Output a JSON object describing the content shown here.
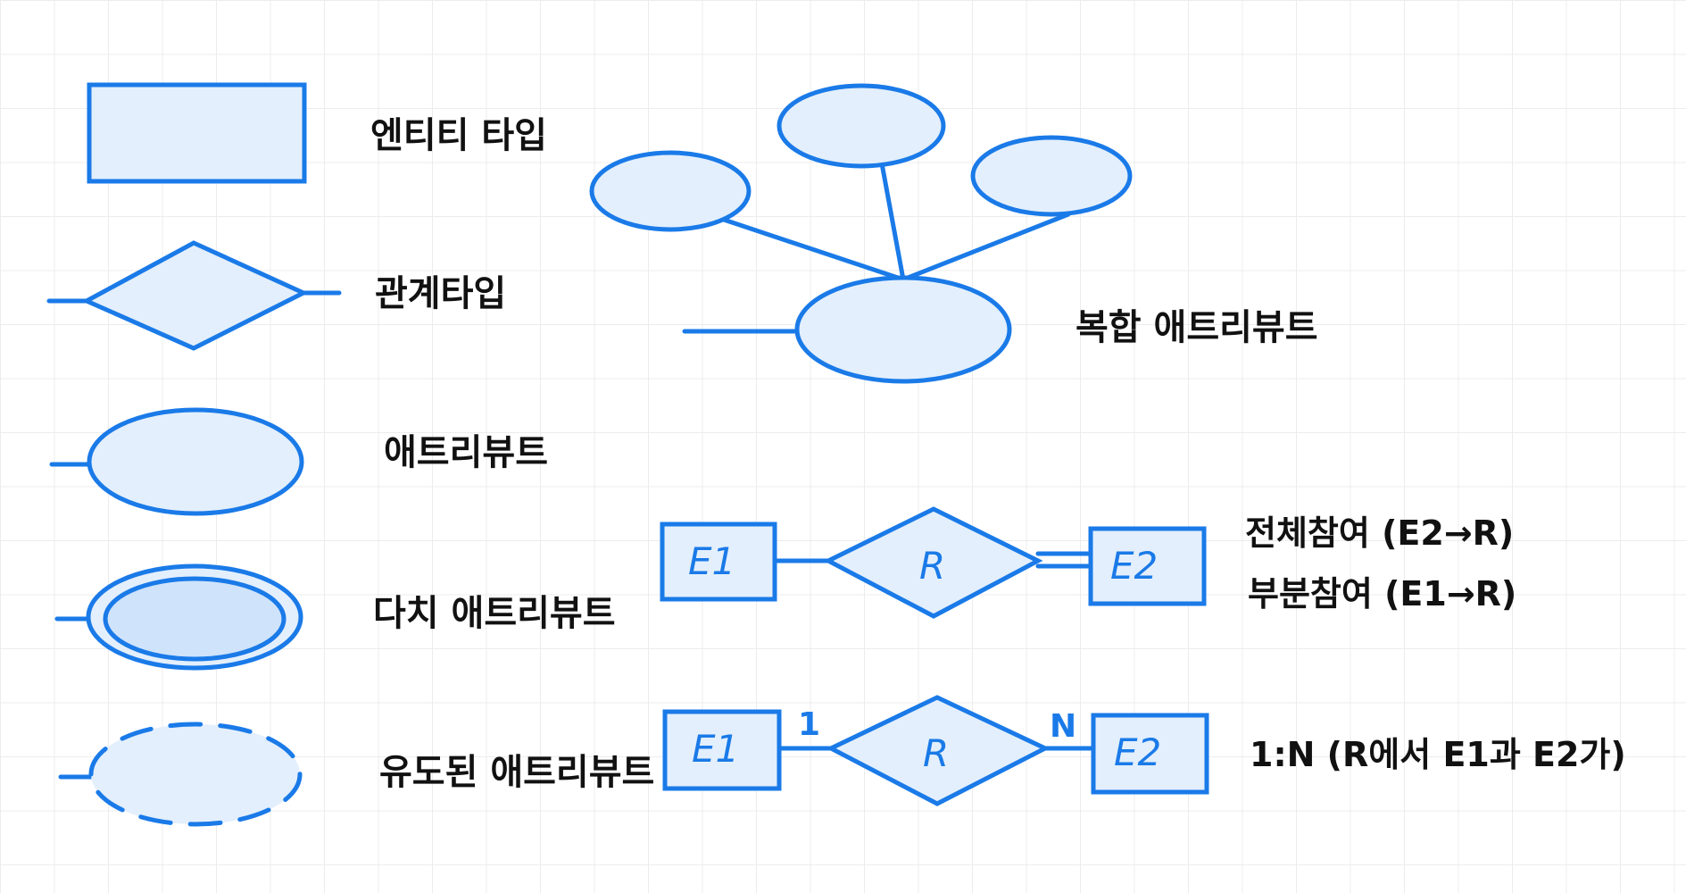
{
  "legend": {
    "entity_type": "엔티티 타입",
    "relationship_type": "관계타입",
    "attribute": "애트리뷰트",
    "multivalued_attribute": "다치 애트리뷰트",
    "derived_attribute": "유도된 애트리뷰트",
    "composite_attribute": "복합 애트리뷰트"
  },
  "participation_example": {
    "entity1": "E1",
    "relationship": "R",
    "entity2": "E2",
    "total_participation": "전체참여 (E2→R)",
    "partial_participation": "부분참여 (E1→R)"
  },
  "cardinality_example": {
    "entity1": "E1",
    "relationship": "R",
    "entity2": "E2",
    "card1": "1",
    "cardN": "N",
    "note": "1:N (R에서 E1과 E2가)"
  },
  "colors": {
    "stroke": "#1a7ae8",
    "fill": "#e3effc"
  }
}
